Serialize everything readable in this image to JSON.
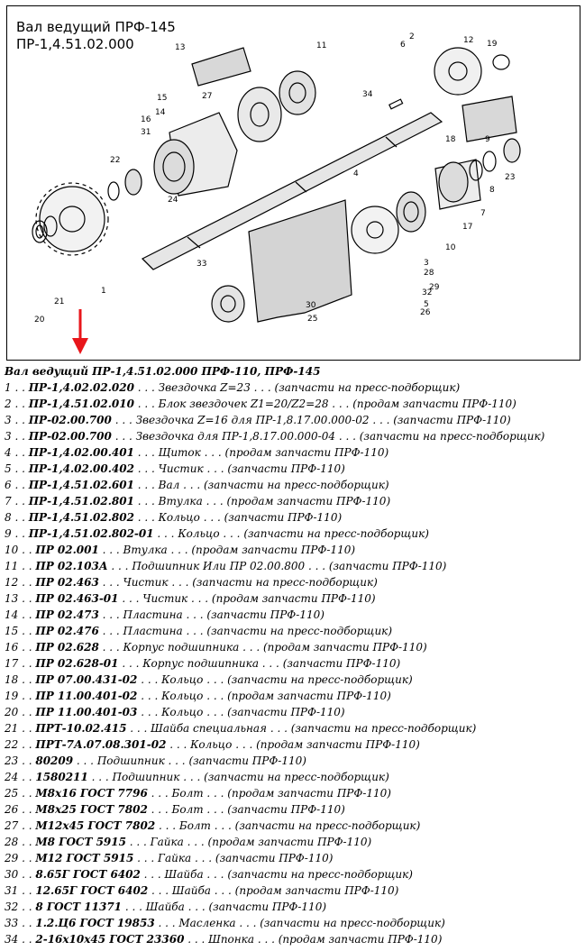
{
  "figure": {
    "title_line1": "Вал ведущий ПРФ-145",
    "title_line2": "ПР-1,4.51.02.000",
    "callouts": [
      "1",
      "2",
      "3",
      "4",
      "5",
      "6",
      "7",
      "8",
      "9",
      "10",
      "11",
      "12",
      "13",
      "14",
      "15",
      "16",
      "17",
      "18",
      "19",
      "20",
      "21",
      "22",
      "23",
      "24",
      "25",
      "26",
      "27",
      "28",
      "29",
      "30",
      "31",
      "32",
      "33",
      "34"
    ]
  },
  "heading": "Вал ведущий ПР-1,4.51.02.000 ПРФ-110, ПРФ-145",
  "parts": [
    {
      "num": "1",
      "code": "ПР-1,4.02.02.020",
      "desc": "Звездочка Z=23",
      "note": "(запчасти на пресс-подборщик)"
    },
    {
      "num": "2",
      "code": "ПР-1,4.51.02.010",
      "desc": "Блок звездочек Z1=20/Z2=28",
      "note": "(продам запчасти ПРФ-110)"
    },
    {
      "num": "3",
      "code": "ПР-02.00.700",
      "desc": "Звездочка Z=16 для ПР-1,8.17.00.000-02",
      "note": "(запчасти ПРФ-110)"
    },
    {
      "num": "3",
      "code": "ПР-02.00.700",
      "desc": "Звездочка для ПР-1,8.17.00.000-04",
      "note": "(запчасти на пресс-подборщик)"
    },
    {
      "num": "4",
      "code": "ПР-1,4.02.00.401",
      "desc": "Щиток",
      "note": "(продам запчасти ПРФ-110)"
    },
    {
      "num": "5",
      "code": "ПР-1,4.02.00.402",
      "desc": "Чистик",
      "note": "(запчасти ПРФ-110)"
    },
    {
      "num": "6",
      "code": "ПР-1,4.51.02.601",
      "desc": "Вал",
      "note": "(запчасти на пресс-подборщик)"
    },
    {
      "num": "7",
      "code": "ПР-1,4.51.02.801",
      "desc": "Втулка",
      "note": "(продам запчасти ПРФ-110)"
    },
    {
      "num": "8",
      "code": "ПР-1,4.51.02.802",
      "desc": "Кольцо",
      "note": "(запчасти ПРФ-110)"
    },
    {
      "num": "9",
      "code": "ПР-1,4.51.02.802-01",
      "desc": "Кольцо",
      "note": "(запчасти на пресс-подборщик)"
    },
    {
      "num": "10",
      "code": "ПР 02.001",
      "desc": "Втулка",
      "note": "(продам запчасти ПРФ-110)"
    },
    {
      "num": "11",
      "code": "ПР 02.103А",
      "desc": "Подшипник Или ПР 02.00.800",
      "note": "(запчасти ПРФ-110)"
    },
    {
      "num": "12",
      "code": "ПР 02.463",
      "desc": "Чистик",
      "note": "(запчасти на пресс-подборщик)"
    },
    {
      "num": "13",
      "code": "ПР 02.463-01",
      "desc": "Чистик",
      "note": "(продам запчасти ПРФ-110)"
    },
    {
      "num": "14",
      "code": "ПР 02.473",
      "desc": "Пластина",
      "note": "(запчасти ПРФ-110)"
    },
    {
      "num": "15",
      "code": "ПР 02.476",
      "desc": "Пластина",
      "note": "(запчасти на пресс-подборщик)"
    },
    {
      "num": "16",
      "code": "ПР 02.628",
      "desc": "Корпус подшипника",
      "note": "(продам запчасти ПРФ-110)"
    },
    {
      "num": "17",
      "code": "ПР 02.628-01",
      "desc": "Корпус подшипника",
      "note": "(запчасти ПРФ-110)"
    },
    {
      "num": "18",
      "code": "ПР 07.00.431-02",
      "desc": "Кольцо",
      "note": "(запчасти на пресс-подборщик)"
    },
    {
      "num": "19",
      "code": "ПР 11.00.401-02",
      "desc": "Кольцо",
      "note": "(продам запчасти ПРФ-110)"
    },
    {
      "num": "20",
      "code": "ПР 11.00.401-03",
      "desc": "Кольцо",
      "note": "(запчасти ПРФ-110)"
    },
    {
      "num": "21",
      "code": "ПРТ-10.02.415",
      "desc": "Шайба специальная",
      "note": "(запчасти на пресс-подборщик)"
    },
    {
      "num": "22",
      "code": "ПРТ-7А.07.08.301-02",
      "desc": "Кольцо",
      "note": "(продам запчасти ПРФ-110)"
    },
    {
      "num": "23",
      "code": "80209",
      "desc": "Подшипник",
      "note": "(запчасти ПРФ-110)"
    },
    {
      "num": "24",
      "code": "1580211",
      "desc": "Подшипник",
      "note": "(запчасти на пресс-подборщик)"
    },
    {
      "num": "25",
      "code": "М8х16 ГОСТ 7796",
      "desc": "Болт",
      "note": "(продам запчасти ПРФ-110)"
    },
    {
      "num": "26",
      "code": "М8х25 ГОСТ 7802",
      "desc": "Болт",
      "note": "(запчасти ПРФ-110)"
    },
    {
      "num": "27",
      "code": "М12х45 ГОСТ 7802",
      "desc": "Болт",
      "note": "(запчасти на пресс-подборщик)"
    },
    {
      "num": "28",
      "code": "М8 ГОСТ 5915",
      "desc": "Гайка",
      "note": "(продам запчасти ПРФ-110)"
    },
    {
      "num": "29",
      "code": "М12 ГОСТ 5915",
      "desc": "Гайка",
      "note": "(запчасти ПРФ-110)"
    },
    {
      "num": "30",
      "code": "8.65Г ГОСТ 6402",
      "desc": "Шайба",
      "note": "(запчасти на пресс-подборщик)"
    },
    {
      "num": "31",
      "code": "12.65Г ГОСТ 6402",
      "desc": "Шайба",
      "note": "(продам запчасти ПРФ-110)"
    },
    {
      "num": "32",
      "code": "8 ГОСТ 11371",
      "desc": "Шайба",
      "note": "(запчасти ПРФ-110)"
    },
    {
      "num": "33",
      "code": "1.2.Ц6 ГОСТ 19853",
      "desc": "Масленка",
      "note": "(запчасти на пресс-подборщик)"
    },
    {
      "num": "34",
      "code": "2-16х10х45 ГОСТ 23360",
      "desc": "Шпонка",
      "note": "(продам запчасти ПРФ-110)"
    }
  ],
  "colors": {
    "arrow": "#e8161b",
    "ink": "#000000",
    "paper": "#ffffff"
  }
}
